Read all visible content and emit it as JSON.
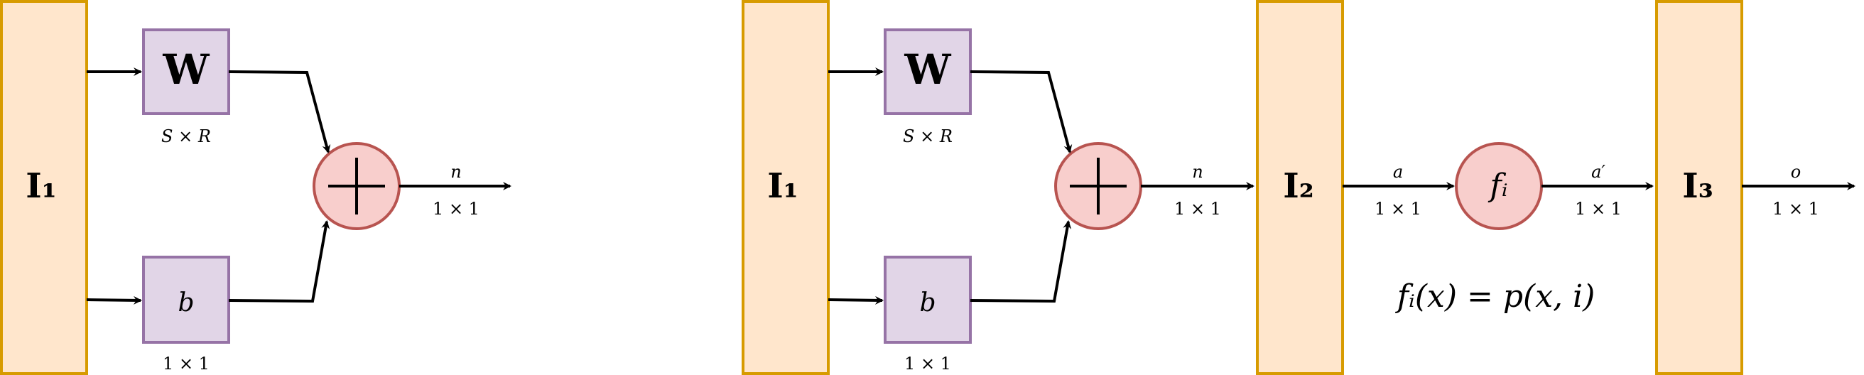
{
  "colors": {
    "layer_fill": "#ffe6cc",
    "layer_stroke": "#d79b00",
    "param_fill": "#e1d5e7",
    "param_stroke": "#9673a6",
    "op_fill": "#f8cecc",
    "op_stroke": "#b85450",
    "arrow": "#000000"
  },
  "left": {
    "input_label": "I₁",
    "weight_label": "W",
    "weight_dim": "S × R",
    "bias_label": "b",
    "bias_dim": "1 × 1",
    "sum_symbol": "+",
    "output_label": "n",
    "output_dim": "1 × 1"
  },
  "right": {
    "input_label": "I₁",
    "weight_label": "W",
    "weight_dim": "S × R",
    "bias_label": "b",
    "bias_dim": "1 × 1",
    "sum_symbol": "+",
    "n_label": "n",
    "n_dim": "1 × 1",
    "layer2_label": "I₂",
    "a_label": "a",
    "a_dim": "1 × 1",
    "func_label": "fᵢ",
    "a_prime_label": "a′",
    "a_prime_dim": "1 × 1",
    "layer3_label": "I₃",
    "o_label": "o",
    "o_dim": "1 × 1",
    "equation": "fᵢ(x) = p(x, i)"
  }
}
